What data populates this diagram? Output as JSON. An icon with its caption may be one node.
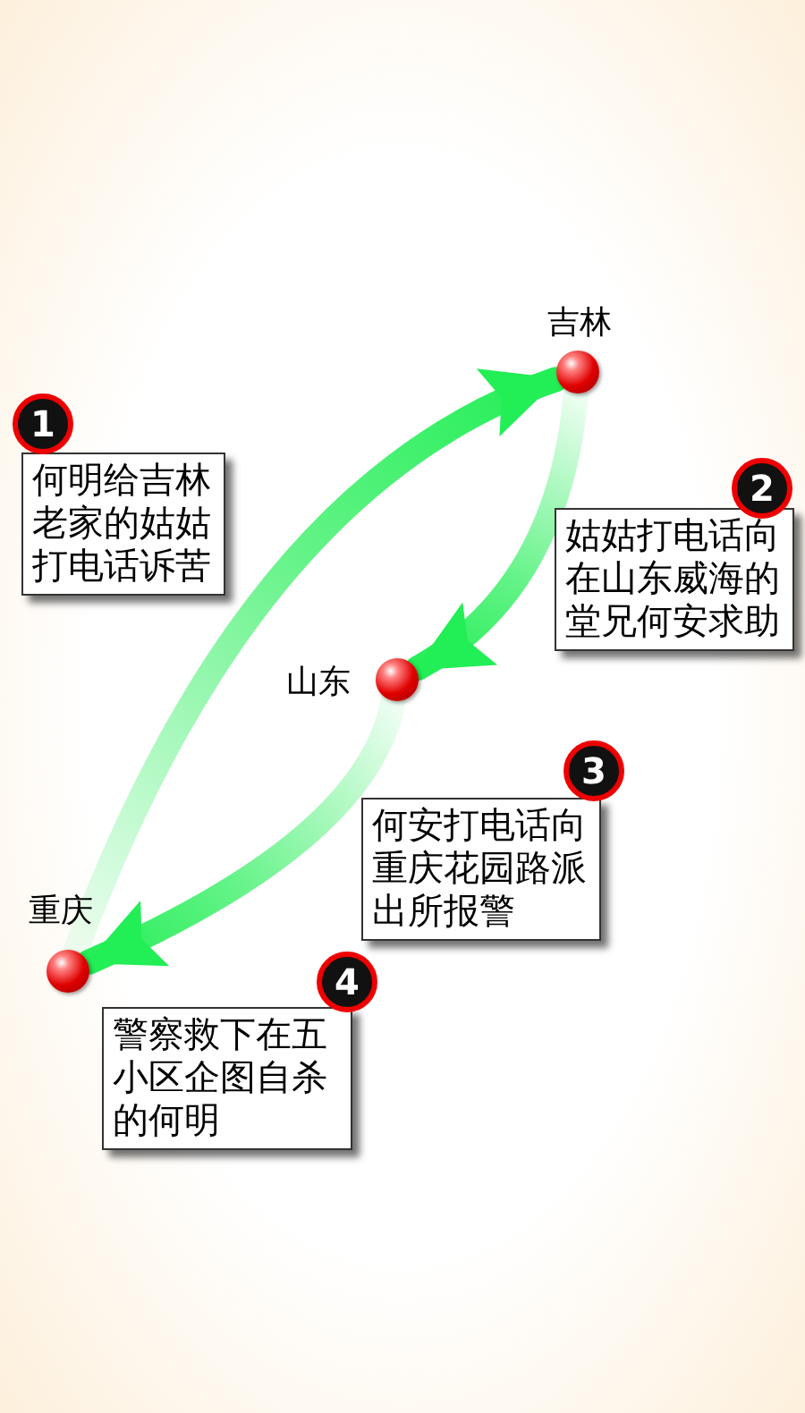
{
  "diagram": {
    "nodes": [
      {
        "text": [
          "吉林"
        ]
      },
      {
        "text": [
          "山东"
        ]
      },
      {
        "text": [
          "重庆"
        ]
      },
      {
        "text": [
          "1",
          "何明给吉林老家的姑姑打电话诉苦"
        ]
      },
      {
        "text": [
          "2",
          "姑姑打电话向在山东威海的堂兄何安求助"
        ]
      },
      {
        "text": [
          "3",
          "何安打电话向重庆花园路派出所报警"
        ]
      },
      {
        "text": [
          "4",
          "警察救下在五小区企图自杀的何明"
        ]
      }
    ],
    "edges": [
      {
        "from": 2,
        "to": 0,
        "arrow": "to",
        "style": "thick",
        "color": "#22ee55"
      },
      {
        "from": 0,
        "to": 1,
        "arrow": "to",
        "style": "thick",
        "color": "#22ee55"
      },
      {
        "from": 1,
        "to": 2,
        "arrow": "to",
        "style": "thick",
        "color": "#22ee55"
      }
    ]
  }
}
